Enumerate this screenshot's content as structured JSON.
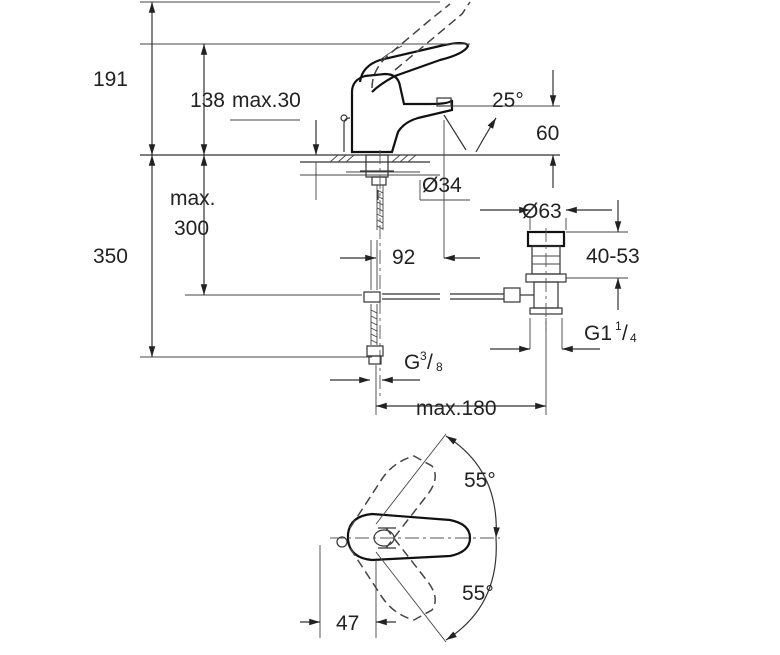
{
  "drawing": {
    "dims": {
      "total_height": "191",
      "lever_height": "138",
      "max_deck": "max.30",
      "angle_25": "25°",
      "spout_height": "60",
      "diameter_hole": "Ø34",
      "max_hose_label": "max.",
      "max_hose_value": "300",
      "below_height": "350",
      "spout_reach": "92",
      "waste_diameter": "Ø63",
      "waste_range": "40-53",
      "waste_thread_base": "G1",
      "waste_thread_num": "1",
      "waste_thread_den": "4",
      "supply_thread_base": "G",
      "supply_thread_num": "3",
      "supply_thread_den": "8",
      "max_180": "max.180",
      "top_angle": "55°",
      "bottom_angle": "55°",
      "lever_offset": "47"
    }
  }
}
